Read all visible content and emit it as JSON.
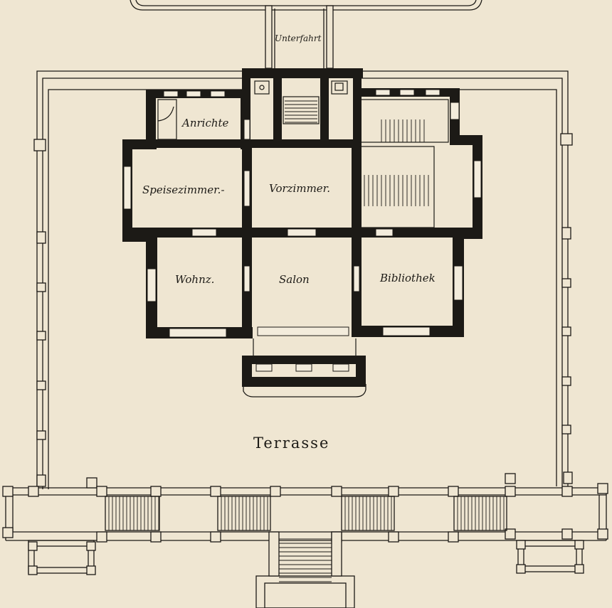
{
  "labels": {
    "unterfahrt": "Unterfahrt",
    "anrichte": "Anrichte",
    "speisezimmer": "Speisezimmer.-",
    "vorzimmer": "Vorzimmer.",
    "wohnz": "Wohnz.",
    "salon": "Salon",
    "bibliothek": "Bibliothek",
    "terrasse": "Terrasse"
  },
  "colors": {
    "paper": "#efe6d2",
    "ink": "#1c1a16",
    "window": "#f3ecdc"
  }
}
